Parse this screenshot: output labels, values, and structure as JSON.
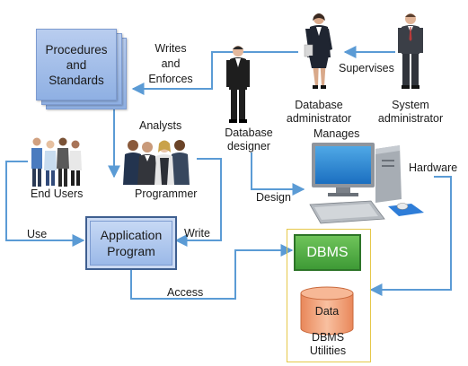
{
  "procedures": {
    "line1": "Procedures",
    "line2": "and",
    "line3": "Standards"
  },
  "writes_enforces": {
    "line1": "Writes",
    "line2": "and",
    "line3": "Enforces"
  },
  "supervises": "Supervises",
  "db_admin": {
    "line1": "Database",
    "line2": "administrator"
  },
  "sys_admin": {
    "line1": "System",
    "line2": "administrator"
  },
  "db_designer": {
    "line1": "Database",
    "line2": "designer"
  },
  "manages": "Manages",
  "analysts": "Analysts",
  "programmer": "Programmer",
  "end_users": "End Users",
  "hardware": "Hardware",
  "design": "Design",
  "use": "Use",
  "write": "Write",
  "application_program": {
    "line1": "Application",
    "line2": "Program"
  },
  "dbms": "DBMS",
  "data": "Data",
  "access": "Access",
  "dbms_utilities": {
    "line1": "DBMS",
    "line2": "Utilities"
  },
  "colors": {
    "arrow": "#5b9bd5",
    "card": "#9fbbe8",
    "dbms": "#4ea93f",
    "data_cylinder": "#f4a582",
    "frame": "#e6c84a"
  }
}
